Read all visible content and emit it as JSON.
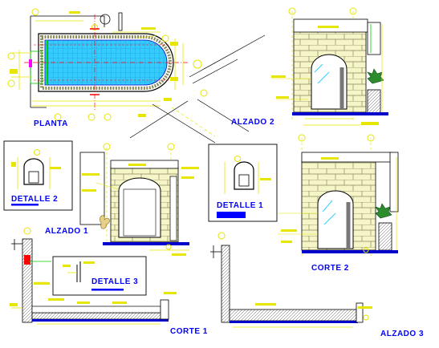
{
  "drawing": {
    "views": {
      "planta": "PLANTA",
      "alzado_1": "ALZADO 1",
      "alzado_2": "ALZADO 2",
      "alzado_3": "ALZADO 3",
      "corte_1": "CORTE 1",
      "corte_2": "CORTE 2",
      "detalle_1": "DETALLE 1",
      "detalle_2": "DETALLE 2",
      "detalle_3": "DETALLE 3"
    },
    "colors": {
      "background": "#ffffff",
      "title_text": "#0000ff",
      "annotation": "#e6e600",
      "outline": "#000000",
      "water": "#33ccff",
      "stone": "#f5f5c8",
      "glass": "#9ee6ff",
      "section": "#0000cc",
      "axis": "#ff0000",
      "plant": "#2e8b2e",
      "accent": "#00cc00",
      "magenta": "#ff00ff"
    }
  }
}
